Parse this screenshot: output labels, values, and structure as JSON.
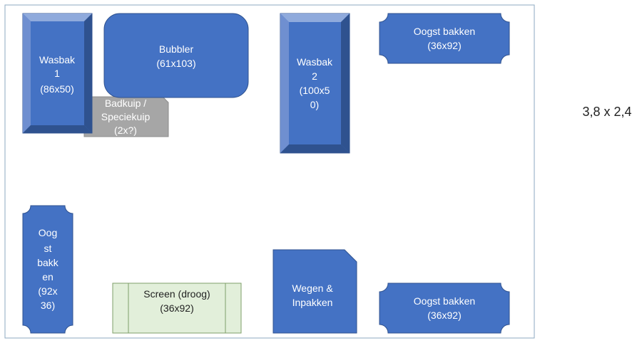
{
  "room": {
    "dimensions": "3,8 x 2,4"
  },
  "items": {
    "wasbak1": {
      "lines": [
        "Wasbak",
        "1",
        "(86x50)"
      ]
    },
    "bubbler": {
      "lines": [
        "Bubbler",
        "(61x103)"
      ]
    },
    "badkuip": {
      "lines": [
        "Badkuip /",
        "Speciekuip",
        "(2x?)"
      ]
    },
    "wasbak2": {
      "lines": [
        "Wasbak",
        "2",
        "(100x5",
        "0)"
      ]
    },
    "oogst_top": {
      "lines": [
        "Oogst bakken",
        "(36x92)"
      ]
    },
    "oogst_left": {
      "lines": [
        "Oog",
        "st",
        "bakk",
        "en",
        "(92x",
        "36)"
      ]
    },
    "screen": {
      "lines": [
        "Screen (droog)",
        "(36x92)"
      ]
    },
    "wegen": {
      "lines": [
        "Wegen &",
        "Inpakken"
      ]
    },
    "oogst_bottom": {
      "lines": [
        "Oogst bakken",
        "(36x92)"
      ]
    }
  },
  "colors": {
    "blue": "#4472C4",
    "blue_dark": "#2F528F",
    "blue_light": "#6F8FD0",
    "grey": "#A6A6A6",
    "green": "#E2EFDA",
    "border": "#8EA9C1"
  }
}
